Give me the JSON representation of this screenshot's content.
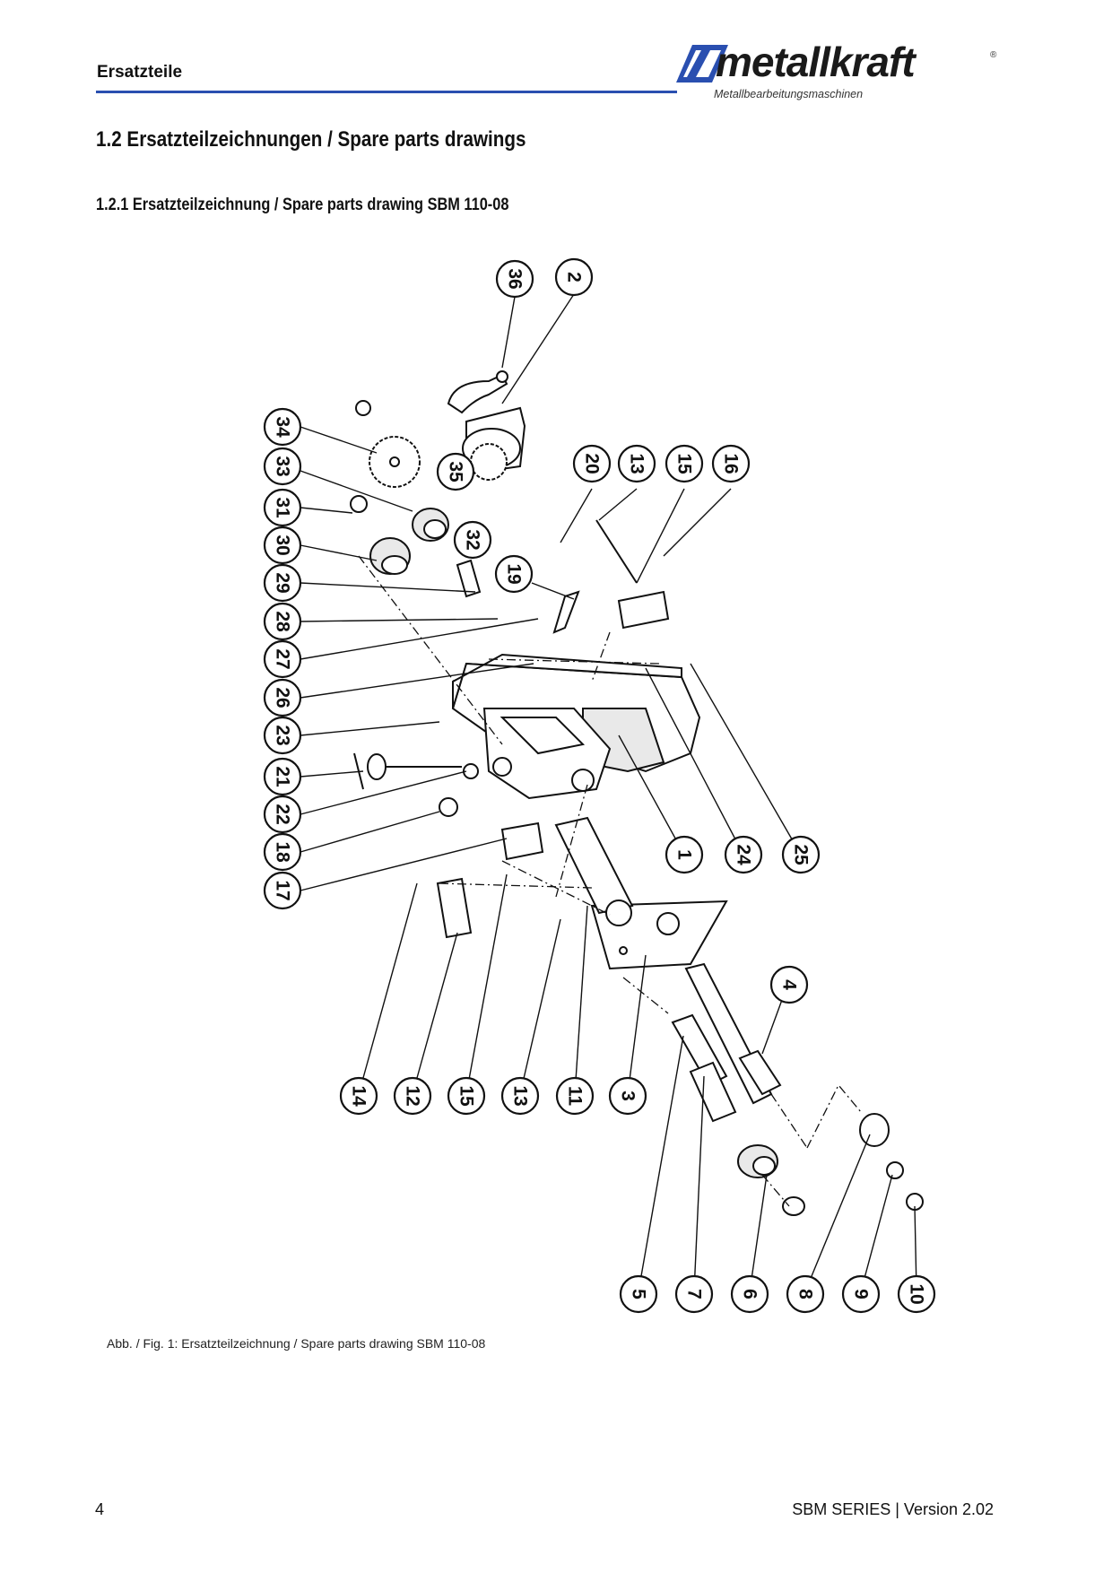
{
  "header": {
    "section": "Ersatzteile",
    "logo_text": "metallkraft",
    "logo_sub": "Metallbearbeitungsmaschinen",
    "logo_reg": "®"
  },
  "heading": {
    "h2": "1.2   Ersatzteilzeichnungen / Spare parts drawings",
    "h3": "1.2.1  Ersatzteilzeichnung / Spare parts drawing SBM 110-08"
  },
  "figure": {
    "caption": "Abb. / Fig. 1: Ersatzteilzeichnung / Spare parts drawing SBM 110-08",
    "callouts": [
      "36",
      "2",
      "34",
      "35",
      "33",
      "31",
      "30",
      "32",
      "29",
      "28",
      "27",
      "26",
      "23",
      "21",
      "22",
      "18",
      "17",
      "20",
      "13",
      "15",
      "16",
      "19",
      "1",
      "24",
      "25",
      "4",
      "14",
      "12",
      "15",
      "13",
      "11",
      "3",
      "5",
      "7",
      "6",
      "8",
      "9",
      "10"
    ]
  },
  "footer": {
    "page": "4",
    "version": "SBM SERIES | Version 2.02"
  }
}
